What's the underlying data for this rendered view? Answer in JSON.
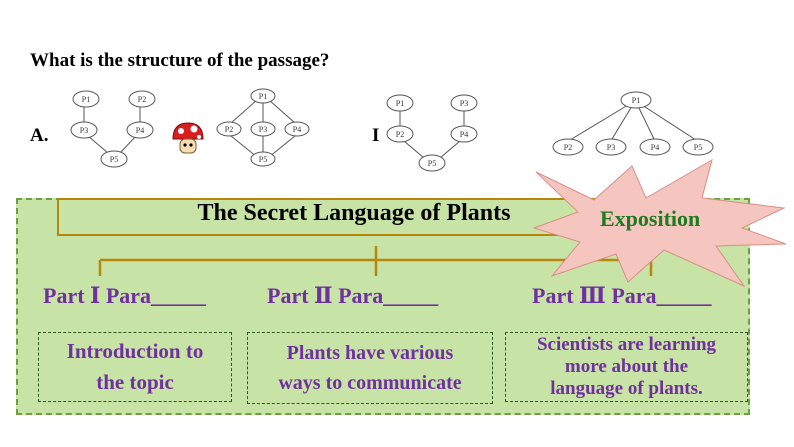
{
  "question": "What is the structure of the passage?",
  "options": {
    "a_label": "A.",
    "b_label": "I"
  },
  "diagram_a": {
    "nodes": [
      "P1",
      "P2",
      "P3",
      "P4",
      "P5"
    ]
  },
  "diagram_b": {
    "nodes": [
      "P1",
      "P2",
      "P3",
      "P4",
      "P5"
    ]
  },
  "diagram_c": {
    "nodes": [
      "P1",
      "P3",
      "P2",
      "P4",
      "P5"
    ]
  },
  "diagram_d": {
    "nodes": [
      "P1",
      "P2",
      "P3",
      "P4",
      "P5"
    ]
  },
  "structure": {
    "title": "The Secret Language of Plants",
    "parts": [
      {
        "label": "Part Ⅰ Para_____",
        "summary_line1": "Introduction to",
        "summary_line2": "the topic"
      },
      {
        "label": "Part Ⅱ  Para_____",
        "summary_line1": "Plants have various",
        "summary_line2": "ways to communicate"
      },
      {
        "label": "Part Ⅲ  Para_____",
        "summary_line1": "Scientists are learning",
        "summary_line2": "more about the",
        "summary_line3": "language of plants."
      }
    ]
  },
  "badge": {
    "text": "Exposition"
  },
  "colors": {
    "panel": "#c7e3a5",
    "border": "#b8860b",
    "part_text": "#7030a0",
    "badge_text": "#1e7b1e",
    "star": "#f4c6bf"
  }
}
